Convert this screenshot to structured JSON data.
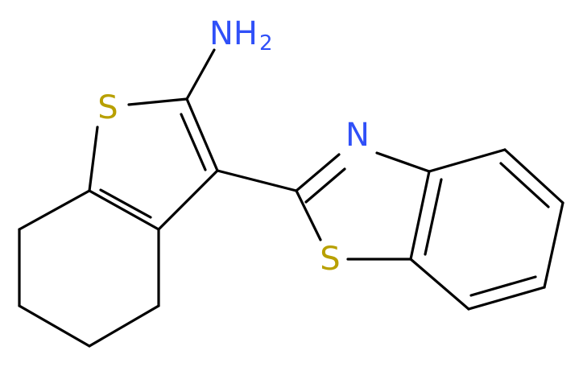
{
  "molecule": {
    "atoms": {
      "amine_n": {
        "symbol": "NH",
        "subscript": "2"
      },
      "thiophene_s": {
        "symbol": "S"
      },
      "thiazole_n": {
        "symbol": "N"
      },
      "thiazole_s": {
        "symbol": "S"
      }
    },
    "colors": {
      "bond": "#000000",
      "nitrogen": "#3050F8",
      "sulfur": "#B8A000",
      "background": "#FFFFFF"
    }
  }
}
